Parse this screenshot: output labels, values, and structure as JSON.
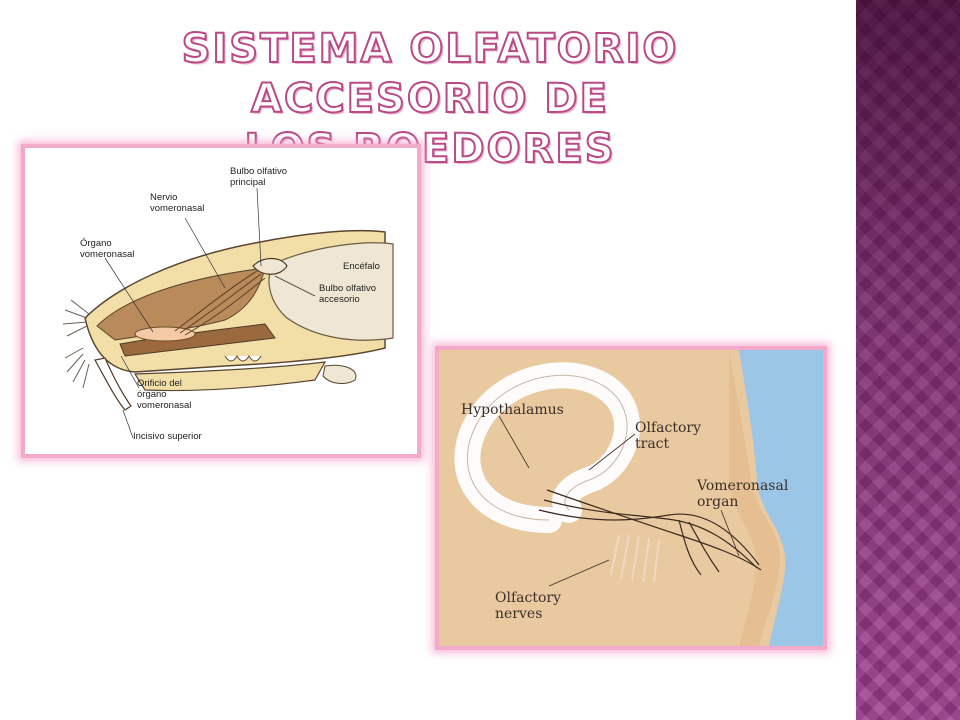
{
  "slide": {
    "title_line1": "SISTEMA OLFATORIO ACCESORIO DE",
    "title_line2": "LOS ROEDORES"
  },
  "figure_rodent": {
    "labels": {
      "bulbo_principal_1": "Bulbo olfativo",
      "bulbo_principal_2": "principal",
      "nervio_1": "Nervio",
      "nervio_2": "vomeronasal",
      "organo_1": "Órgano",
      "organo_2": "vomeronasal",
      "encefalo": "Encéfalo",
      "bulbo_accesorio_1": "Bulbo olfativo",
      "bulbo_accesorio_2": "accesorio",
      "orificio_1": "Orificio del",
      "orificio_2": "órgano",
      "orificio_3": "vomeronasal",
      "incisivo": "Incisivo superior"
    }
  },
  "figure_human": {
    "labels": {
      "hypothalamus": "Hypothalamus",
      "olfactory_tract_1": "Olfactory",
      "olfactory_tract_2": "tract",
      "vomeronasal_1": "Vomeronasal",
      "vomeronasal_2": "organ",
      "olfactory_nerves_1": "Olfactory",
      "olfactory_nerves_2": "nerves"
    }
  },
  "colors": {
    "title_outline": "#b94a86",
    "frame_border": "#f3a9c9",
    "side_band": "#9c3d8d"
  }
}
